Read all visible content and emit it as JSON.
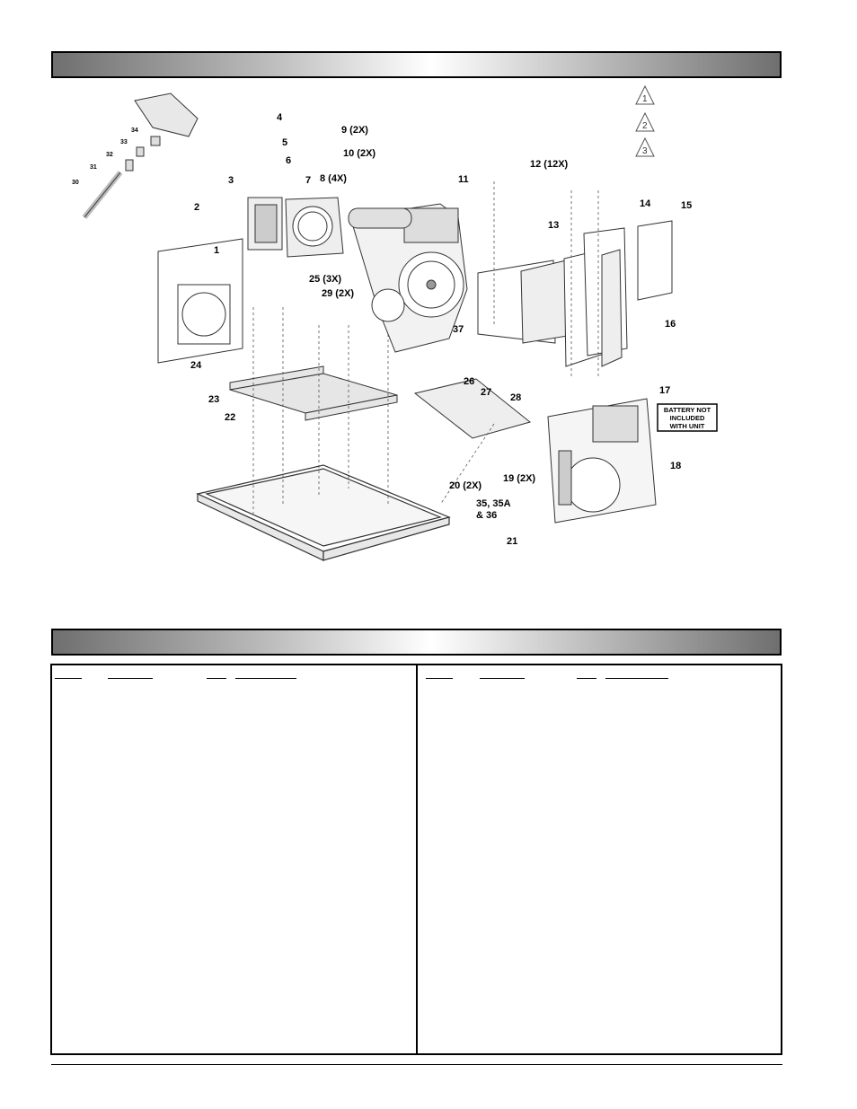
{
  "diagram": {
    "callouts": [
      "1",
      "2",
      "3",
      "4",
      "5",
      "6",
      "7",
      "8 (4X)",
      "9 (2X)",
      "10 (2X)",
      "11",
      "12 (12X)",
      "13",
      "14",
      "15",
      "16",
      "17",
      "18",
      "19 (2X)",
      "20 (2X)",
      "21",
      "22",
      "23",
      "24",
      "25 (3X)",
      "26",
      "27",
      "28",
      "29 (2X)",
      "30",
      "31",
      "32",
      "33",
      "34",
      "35, 35A",
      "& 36",
      "37"
    ],
    "legend": [
      "1",
      "2",
      "3"
    ],
    "battery_note": [
      "BATTERY NOT",
      "INCLUDED",
      "WITH UNIT"
    ]
  }
}
